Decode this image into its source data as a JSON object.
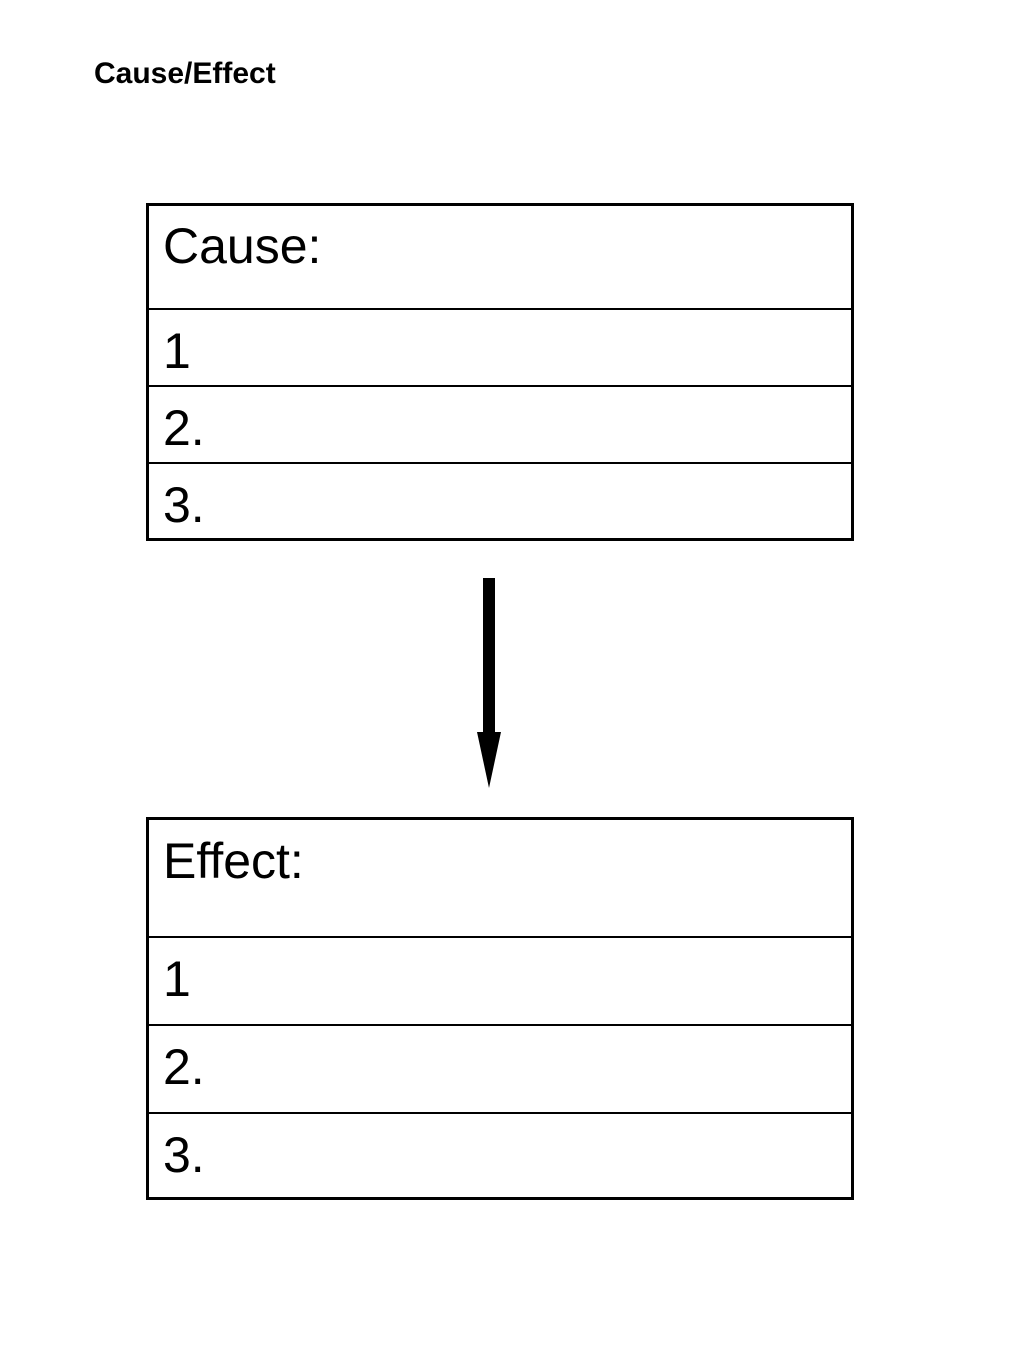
{
  "title": "Cause/Effect",
  "cause": {
    "header": "Cause:",
    "items": [
      "1",
      "2.",
      "3."
    ]
  },
  "effect": {
    "header": "Effect:",
    "items": [
      "1",
      "2.",
      "3."
    ]
  },
  "colors": {
    "line": "#000000",
    "background": "#ffffff"
  }
}
